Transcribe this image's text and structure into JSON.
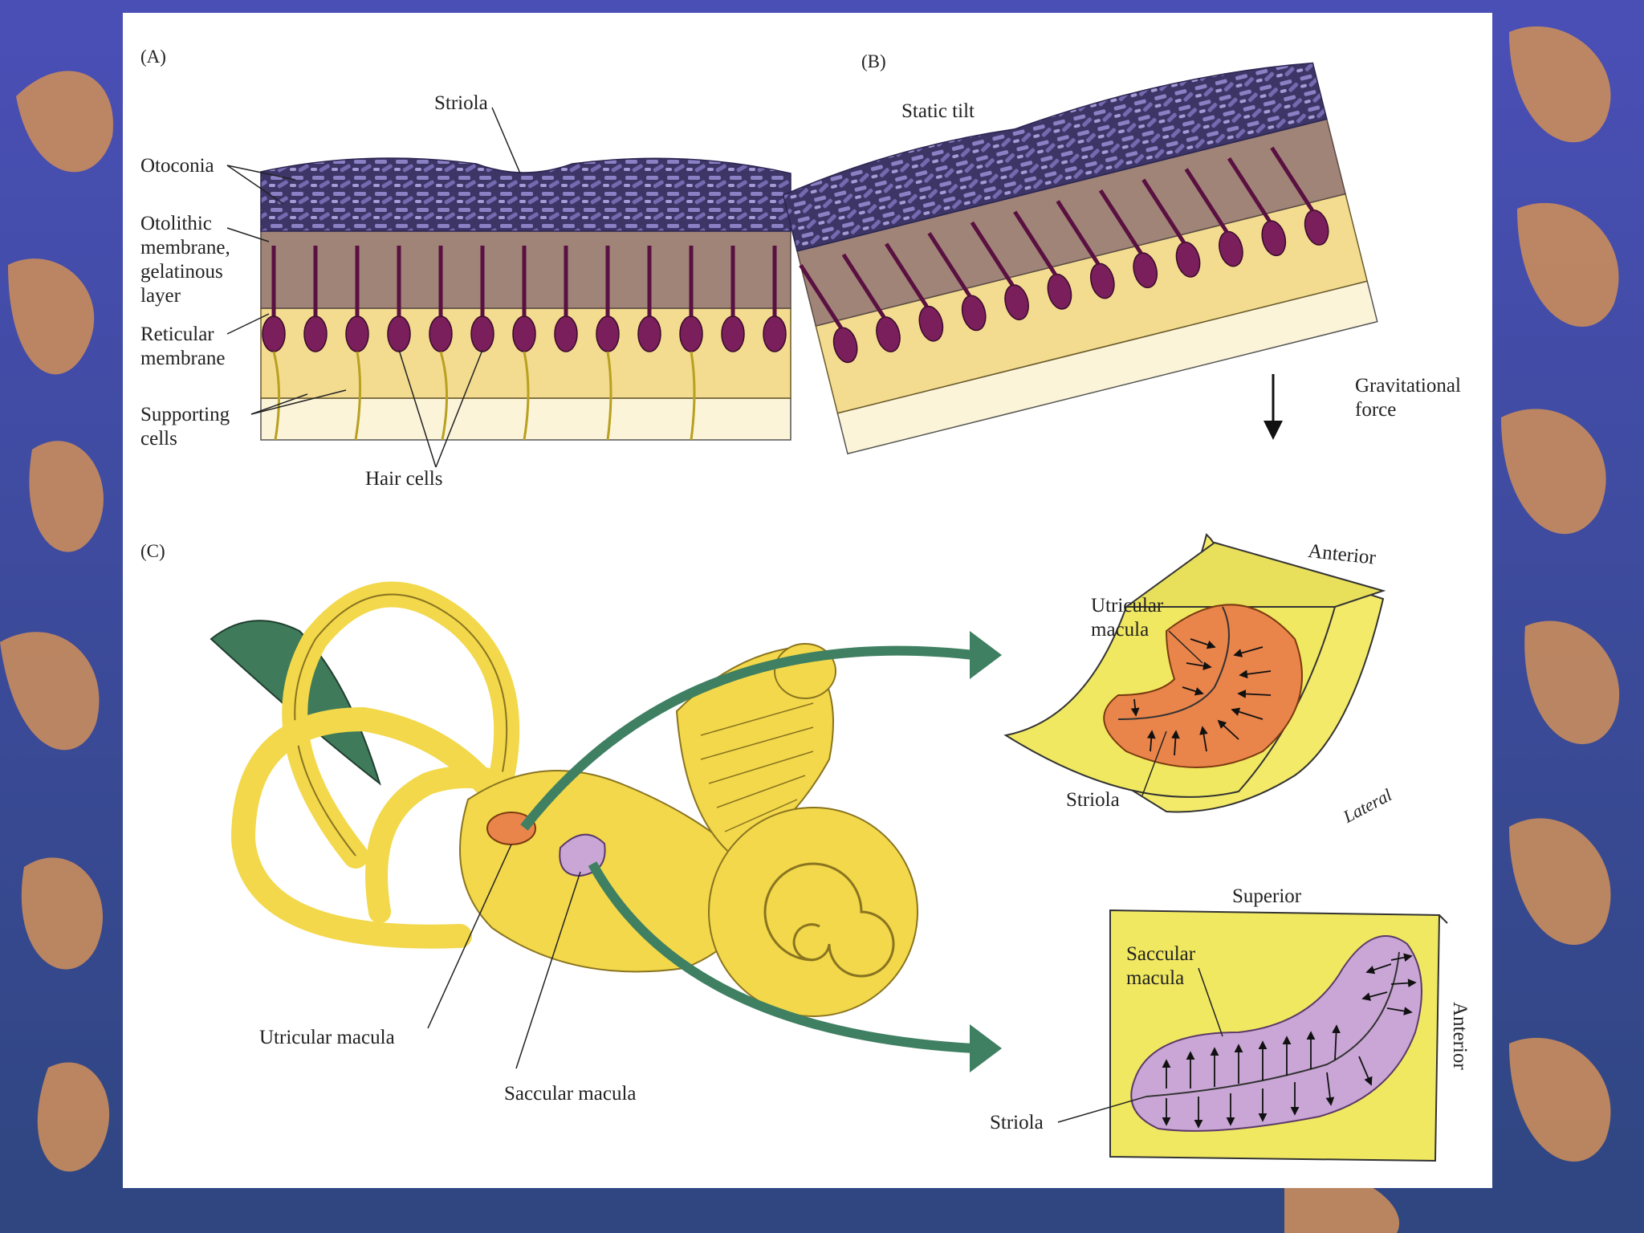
{
  "panels": {
    "a": "(A)",
    "b": "(B)",
    "c": "(C)"
  },
  "labels": {
    "striola_a": "Striola",
    "otoconia": "Otoconia",
    "otolithic_membrane": "Otolithic\nmembrane,\ngelatinous\nlayer",
    "reticular_membrane": "Reticular\nmembrane",
    "supporting_cells": "Supporting\ncells",
    "hair_cells": "Hair cells",
    "static_tilt": "Static tilt",
    "gravitational_force": "Gravitational\nforce",
    "utricular_macula_main": "Utricular macula",
    "saccular_macula_main": "Saccular macula",
    "anterior_top": "Anterior",
    "utricular_macula_detail": "Utricular\nmacula",
    "striola_utricle": "Striola",
    "lateral": "Lateral",
    "superior": "Superior",
    "saccular_macula_detail": "Saccular\nmacula",
    "anterior_side": "Anterior",
    "striola_saccule": "Striola"
  },
  "colors": {
    "background": "#3f4fa8",
    "leaf": "#c98c5c",
    "otoconia": "#5b4f8f",
    "gel_layer": "#a08478",
    "cell_layer": "#f3dc90",
    "hair_cell": "#7a1f5c",
    "labyrinth": "#f2d84a",
    "utricle_macula": "#e9844a",
    "saccule_macula": "#c9a6d6",
    "arrow_green": "#3f7f62"
  }
}
